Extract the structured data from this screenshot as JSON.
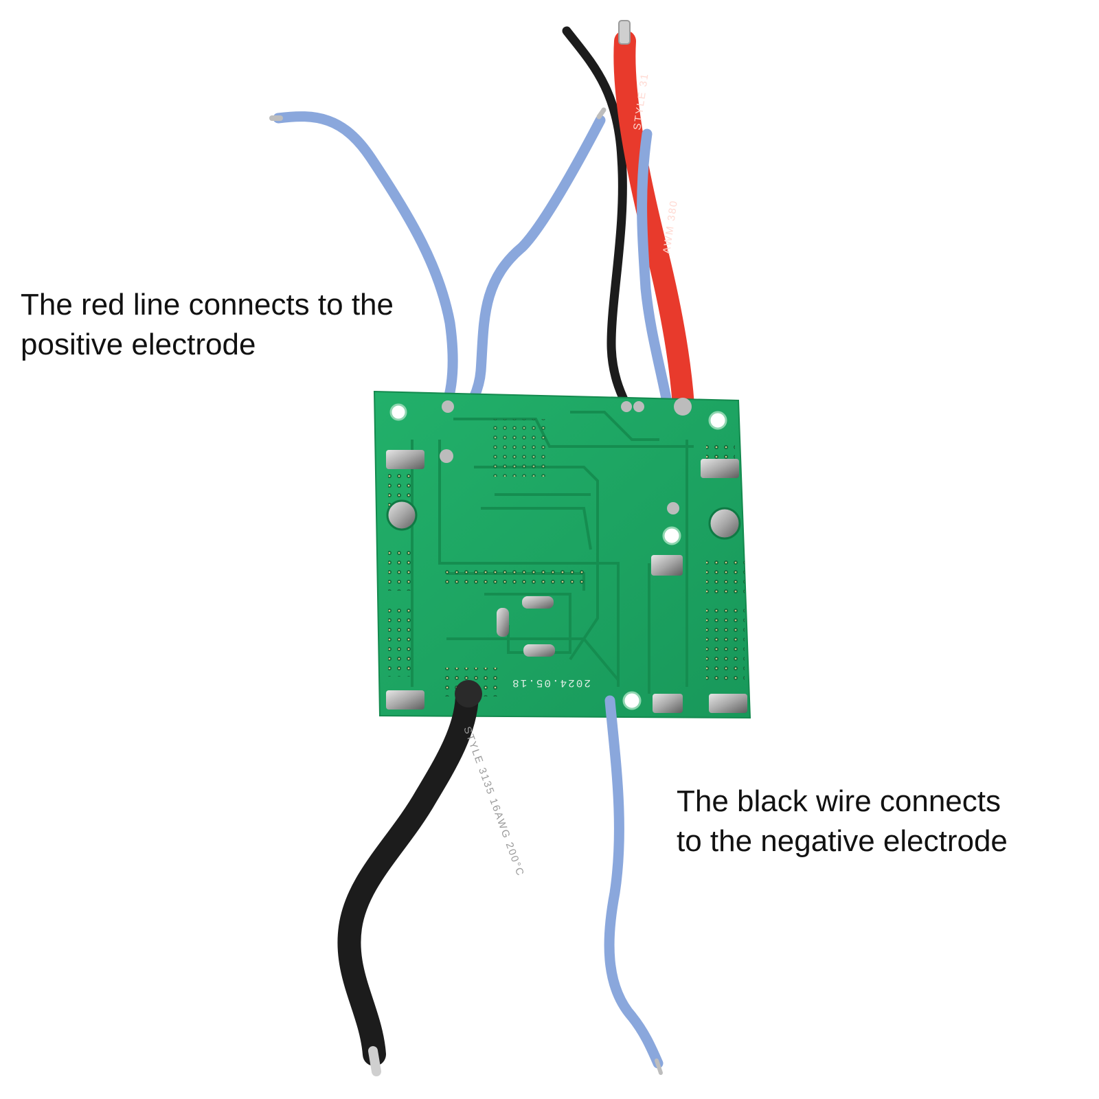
{
  "captions": {
    "positive": {
      "line1": "The red line connects to the",
      "line2": "positive electrode"
    },
    "negative": {
      "line1": "The black wire connects",
      "line2": "to the negative electrode"
    }
  },
  "board": {
    "date_code": "2024.05.18"
  },
  "wire_prints": {
    "red_top": "STYLE 31",
    "red_lower": "AWM 380",
    "black_bottom": "STYLE 3135 16AWG 200°C"
  },
  "colors": {
    "pcb": "#1ea863",
    "trace": "#158d50",
    "solder": "#c9c9c9",
    "blue_wire": "#8aa7dc",
    "red_wire": "#e83a2c",
    "black_wire": "#1c1c1c"
  }
}
